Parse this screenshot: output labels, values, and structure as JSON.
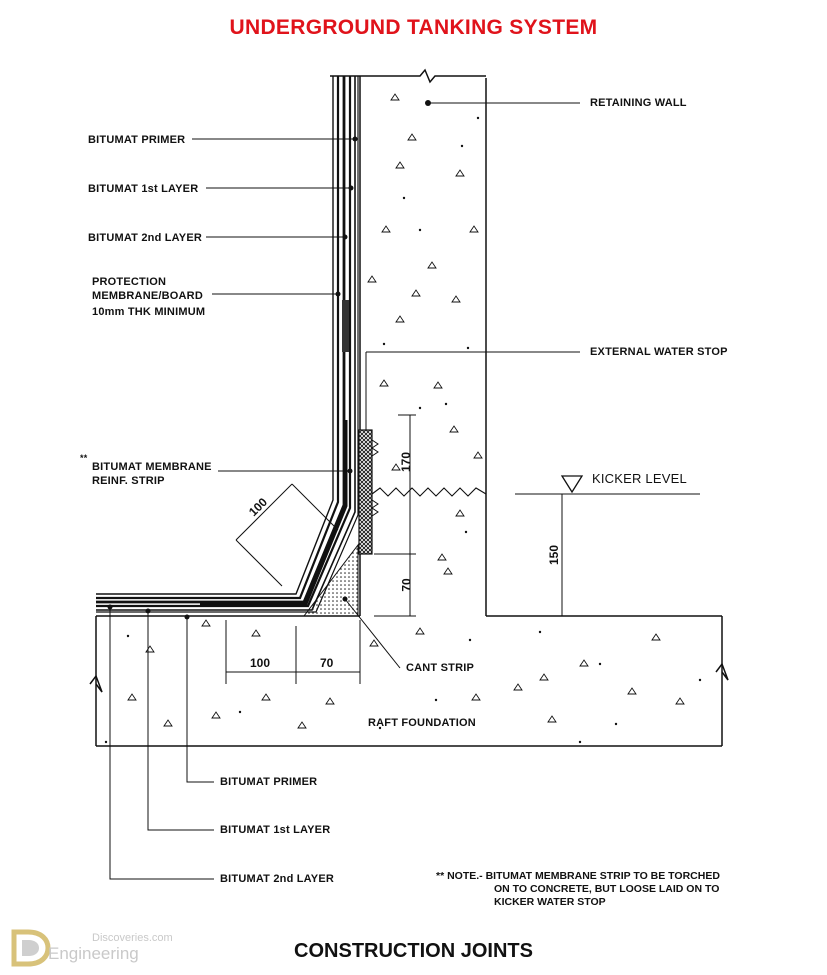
{
  "title": "UNDERGROUND TANKING SYSTEM",
  "footer_title": "CONSTRUCTION JOINTS",
  "labels": {
    "retaining_wall": "RETAINING WALL",
    "bitumat_primer_top": "BITUMAT PRIMER",
    "bitumat_1st_top": "BITUMAT 1st LAYER",
    "bitumat_2nd_top": "BITUMAT 2nd LAYER",
    "protection_line1": "PROTECTION",
    "protection_line2": "MEMBRANE/BOARD",
    "protection_line3": "10mm THK MINIMUM",
    "external_water_stop": "EXTERNAL WATER STOP",
    "reinf_marker": "**",
    "reinf_line1": "BITUMAT MEMBRANE",
    "reinf_line2": "REINF. STRIP",
    "kicker_level": "KICKER LEVEL",
    "cant_strip": "CANT STRIP",
    "raft_foundation": "RAFT FOUNDATION",
    "bitumat_primer_bottom": "BITUMAT PRIMER",
    "bitumat_1st_bottom": "BITUMAT 1st LAYER",
    "bitumat_2nd_bottom": "BITUMAT 2nd LAYER"
  },
  "dimensions": {
    "diag_100": "100",
    "vert_170": "170",
    "vert_70": "70",
    "vert_150": "150",
    "horiz_100": "100",
    "horiz_70": "70"
  },
  "note": {
    "line1": "** NOTE.- BITUMAT MEMBRANE STRIP TO BE TORCHED",
    "line2": "ON TO CONCRETE, BUT LOOSE LAID ON TO",
    "line3": "KICKER WATER STOP"
  },
  "watermark": {
    "top": "Discoveries.com",
    "bottom": "Engineering"
  },
  "colors": {
    "title": "#e0131b",
    "ink": "#111111",
    "watermark": "#c9c9c9"
  }
}
